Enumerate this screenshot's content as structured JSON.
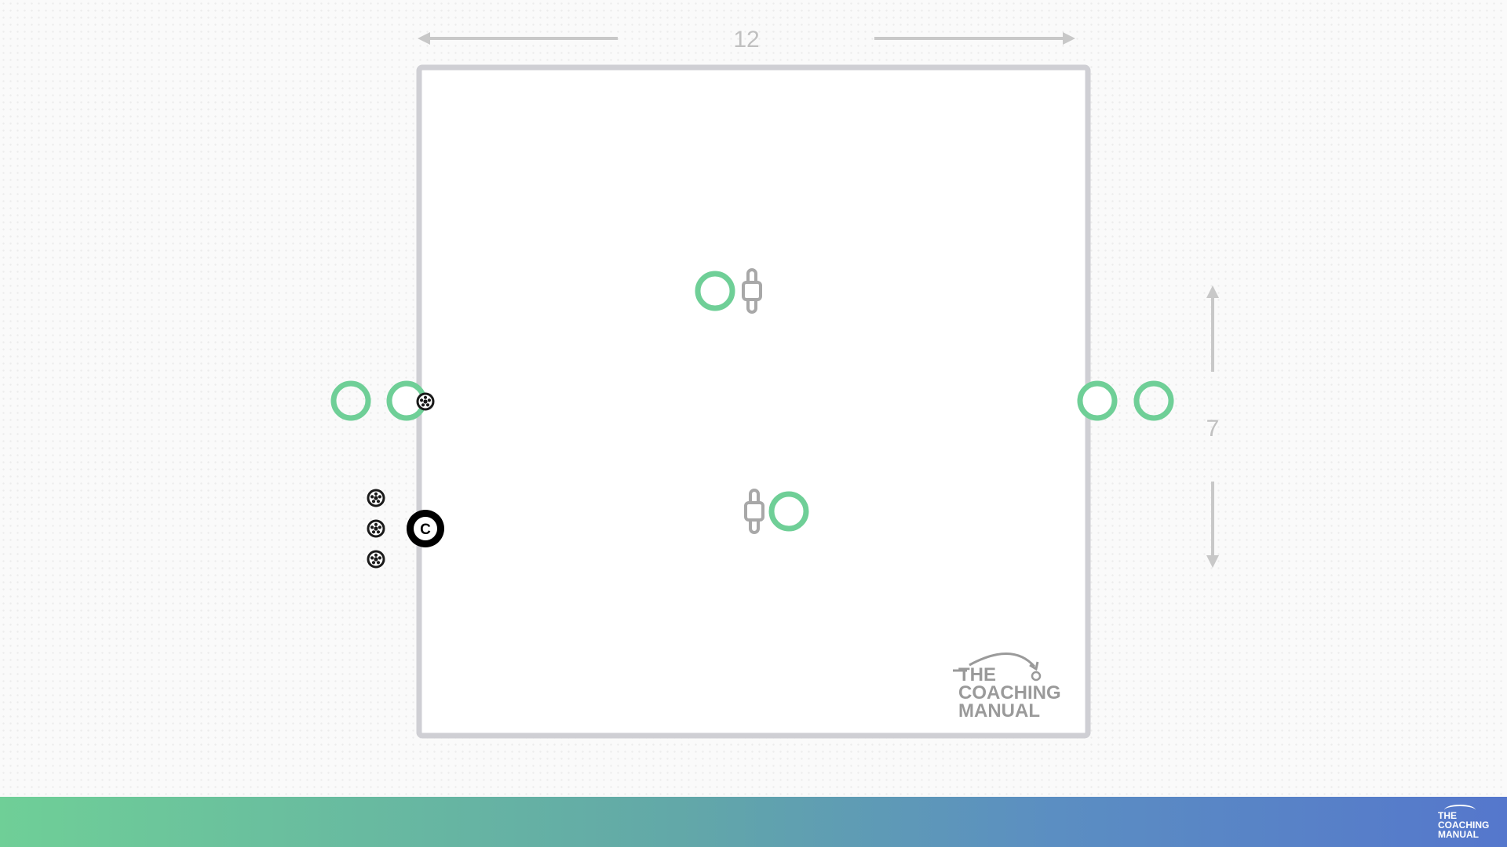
{
  "drill": {
    "width_label": "12",
    "height_label": "7",
    "area_border_color": "#cfcfd4",
    "player_color": "#6fcf97",
    "mannequin_color": "#a8a8a8",
    "ball_color": "#1a1a1a",
    "coach_label": "C",
    "arrow_color": "#c8c8c8",
    "label_color": "#c0c0c0",
    "icons": [
      "player-ring-icon",
      "mannequin-icon",
      "ball-icon",
      "coach-icon"
    ]
  },
  "logo": {
    "line1": "THE",
    "line2": "COACHING",
    "line3": "MANUAL"
  },
  "footer": {
    "logo_text": "THE\nCOACHING\nMANUAL"
  }
}
